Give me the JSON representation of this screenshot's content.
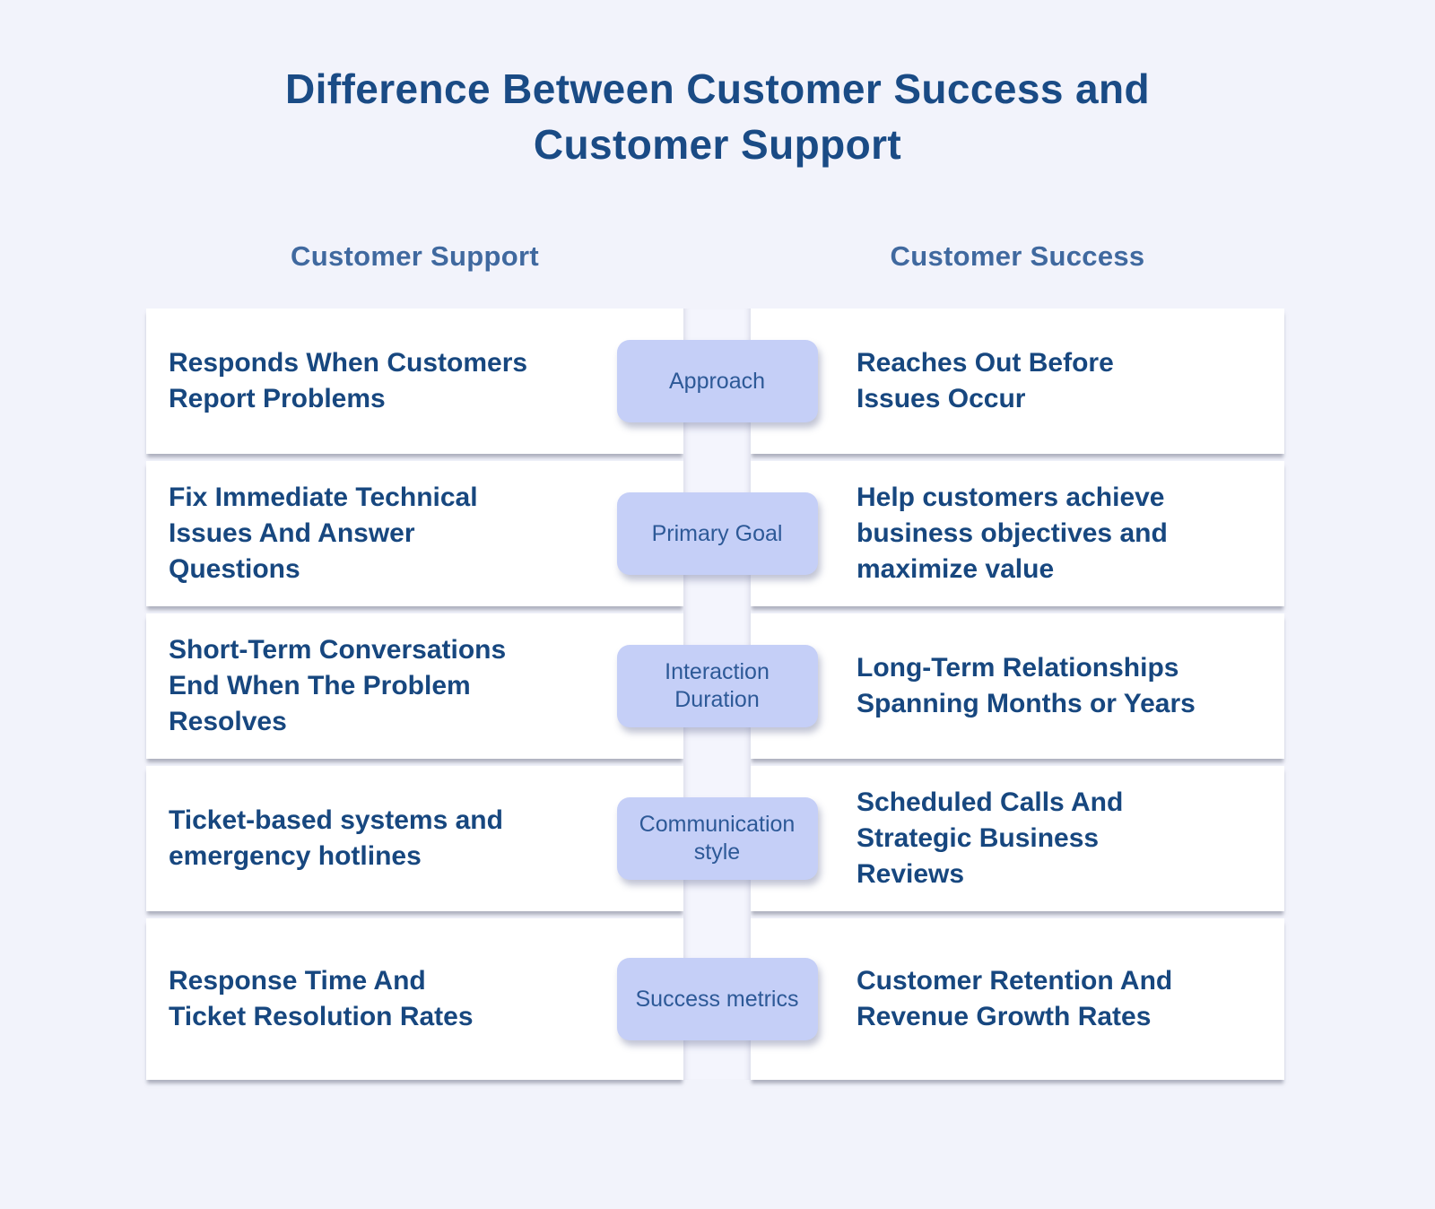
{
  "title": "Difference Between Customer Success and\nCustomer Support",
  "columns": {
    "left": "Customer Support",
    "right": "Customer Success"
  },
  "rows": [
    {
      "category": "Approach",
      "support": "Responds When Customers\nReport Problems",
      "success": "Reaches Out Before\nIssues Occur"
    },
    {
      "category": "Primary Goal",
      "support": "Fix Immediate Technical\nIssues And Answer\nQuestions",
      "success": "Help customers achieve\nbusiness objectives and\nmaximize value"
    },
    {
      "category": "Interaction\nDuration",
      "support": "Short-Term Conversations\nEnd When The Problem\nResolves",
      "success": "Long-Term Relationships\nSpanning Months or Years"
    },
    {
      "category": "Communication\nstyle",
      "support": "Ticket-based systems and\nemergency hotlines",
      "success": "Scheduled Calls And\nStrategic Business\nReviews"
    },
    {
      "category": "Success metrics",
      "support": "Response Time And\nTicket Resolution Rates",
      "success": "Customer Retention And\nRevenue Growth Rates"
    }
  ],
  "colors": {
    "page_background": "#f2f3fb",
    "strip_background": "#f4f5fd",
    "card_background": "#ffffff",
    "pill_background": "#c5cff7",
    "title_text": "#1a4b85",
    "header_text": "#40699f",
    "card_text": "#17477f",
    "pill_text": "#2d5997"
  }
}
